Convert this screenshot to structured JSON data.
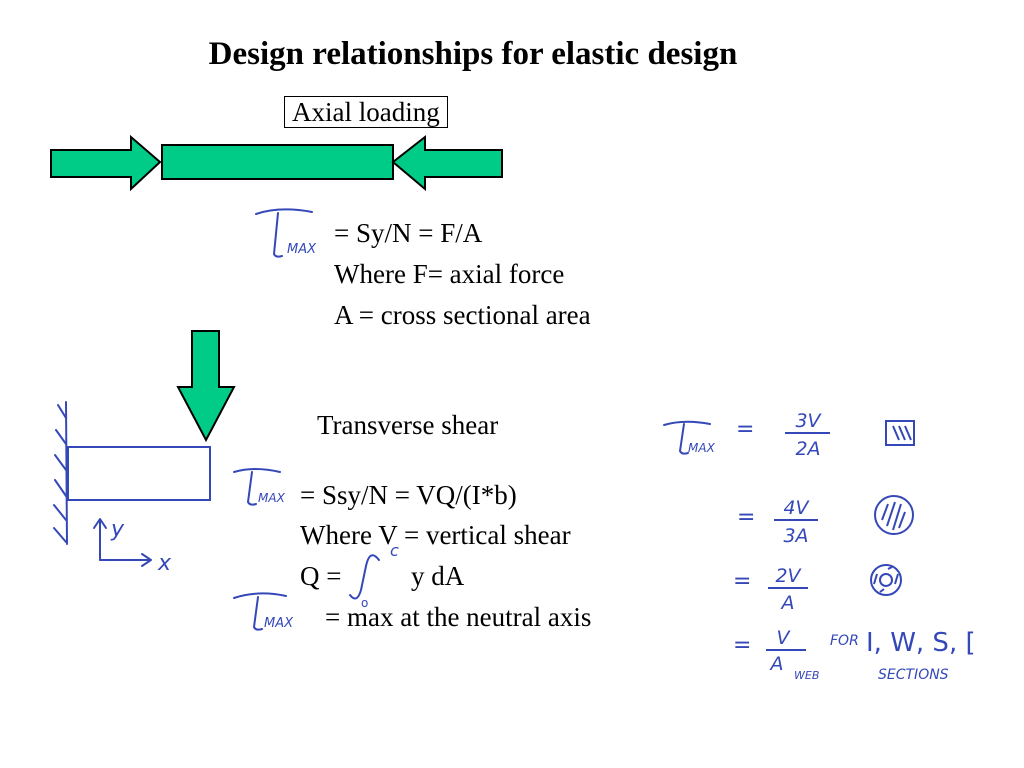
{
  "title": "Design relationships for elastic design",
  "axial": {
    "label": "Axial loading",
    "eq": "= Sy/N = F/A",
    "where": "Where F= axial force",
    "area": "A = cross sectional area"
  },
  "shear": {
    "label": "Transverse shear",
    "eq": "= Ssy/N = VQ/(I*b)",
    "where": "Where V = vertical shear",
    "q_prefix": "Q =",
    "q_suffix": "y dA",
    "max": "= max at the neutral axis"
  },
  "handwriting": {
    "tau": "τ",
    "max": "MAX",
    "axis_x": "x",
    "axis_y": "y",
    "int_upper": "c",
    "int_lower": "o",
    "rect_formula": {
      "num": "3V",
      "den": "2A"
    },
    "solid_circle_formula": {
      "num": "4V",
      "den": "3A"
    },
    "tube_formula": {
      "num": "2V",
      "den": "A"
    },
    "web_formula": {
      "num": "V",
      "den": "A",
      "sub": "WEB"
    },
    "for_label": "FOR",
    "sections_list": "I, W, S, [",
    "sections_label": "SECTIONS"
  },
  "colors": {
    "arrow_fill": "#00cc88",
    "handwriting": "#3548b8"
  }
}
